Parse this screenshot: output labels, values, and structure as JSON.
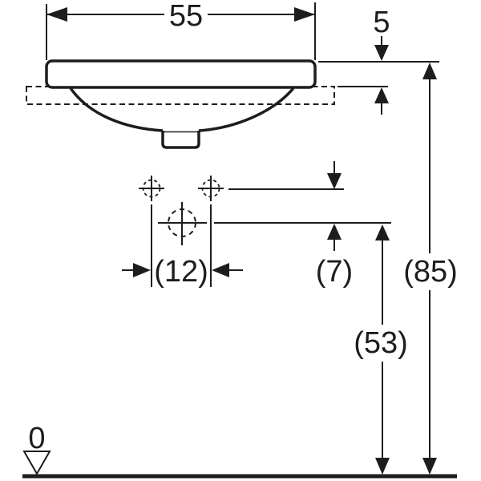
{
  "drawing": {
    "type": "washbasin-technical-drawing",
    "dimensions": {
      "basin_width": "55",
      "rim_above_counter": "5",
      "tap_hole_spacing": "(12)",
      "tap_to_mixer_offset": "(7)",
      "total_height": "(85)",
      "mixer_height": "(53)",
      "datum_level": "0"
    },
    "colors": {
      "line": "#1d1d1b",
      "background": "#ffffff"
    }
  }
}
